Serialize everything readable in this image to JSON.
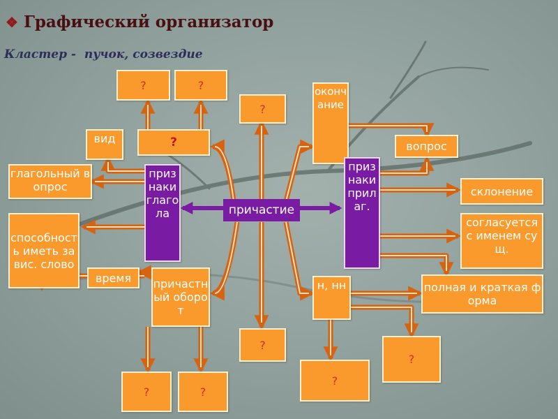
{
  "title": "Графический организатор",
  "title_bullet": "❖",
  "subtitle": {
    "bullet": "",
    "term": "Кластер - ",
    "definition": "пучок, созвездие"
  },
  "nodes": {
    "center": "причастие",
    "verb_signs": "признаки глагола",
    "adj_signs": "признаки прилаг.",
    "vid": "вид",
    "verb_question_mark": "?",
    "q_top_left": "?",
    "q_top_right": "?",
    "q_top_center": "?",
    "verb_question": "глагольный вопрос",
    "dependent_word": "способность иметь завис. слово",
    "tense": "время",
    "participle_phrase": "причастный оборот",
    "q_bottom_left": "?",
    "q_bottom_right": "?",
    "q_bottom_center": "?",
    "ending": "окончание",
    "question": "вопрос",
    "declension": "склонение",
    "agreement": "согласуется с именем сущ.",
    "n_nn": "н, нн",
    "full_short": "полная и краткая форма",
    "q_nn": "?",
    "q_full_short": "?"
  },
  "colors": {
    "box_fill": "#fb9a2c",
    "box_border": "#fdf1d2",
    "purple_fill": "#7a1ba4",
    "connector": "#d9620f",
    "connector_inner": "#fbe1bf",
    "question_mark": "#d62a1f",
    "title": "#4a0f12",
    "subtitle": "#2f2d5a"
  }
}
